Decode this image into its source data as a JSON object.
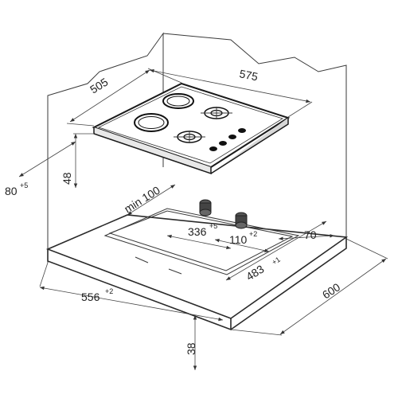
{
  "dimensions": {
    "hob_depth": "505",
    "hob_width": "575",
    "hob_height": "48",
    "front_offset": "80",
    "front_offset_tol": "+5",
    "min_clearance": "min 100",
    "cutout_depth": "336",
    "cutout_depth_tol": "+5",
    "cutout_width": "483",
    "cutout_width_tol": "+1",
    "gap": "110",
    "gap_tol": "+2",
    "rear_offset": "70",
    "counter_width": "556",
    "counter_width_tol": "+2",
    "counter_depth": "600",
    "counter_thickness": "38"
  }
}
